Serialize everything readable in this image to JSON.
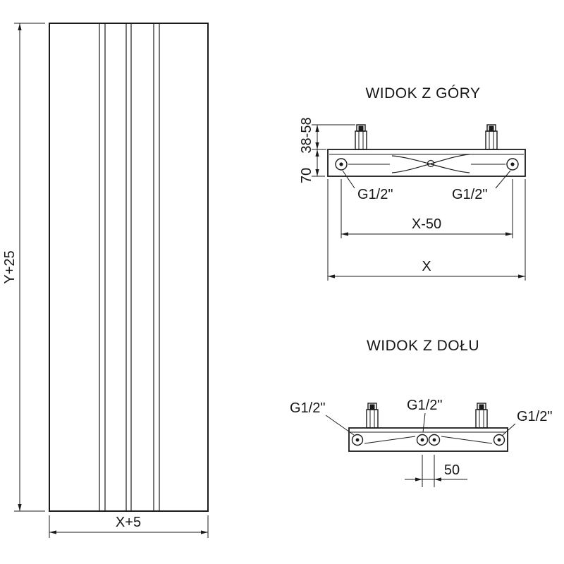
{
  "front_view": {
    "height_dim_label": "Y+25",
    "width_dim_label": "X+5"
  },
  "top_view": {
    "title": "WIDOK Z GÓRY",
    "bracket_range_dim_label": "38-58",
    "depth_dim_label": "70",
    "left_connection_label": "G1/2\"",
    "right_connection_label": "G1/2\"",
    "spacing_dim_label": "X-50",
    "width_dim_label": "X"
  },
  "bottom_view": {
    "title": "WIDOK Z DOŁU",
    "left_connection_label": "G1/2\"",
    "center_connection_label": "G1/2\"",
    "right_connection_label": "G1/2\"",
    "center_spacing_dim_label": "50"
  }
}
